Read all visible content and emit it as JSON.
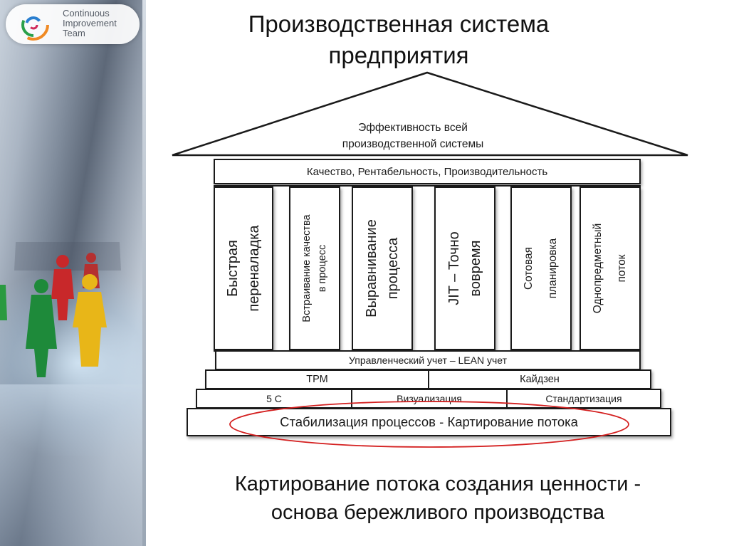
{
  "logo": {
    "lines": [
      "Continuous",
      "Improvement",
      "Team"
    ]
  },
  "title": {
    "line1": "Производственная система",
    "line2": "предприятия"
  },
  "roof": {
    "line1": "Эффективность всей",
    "line2": "производственной системы"
  },
  "beam": "Качество, Рентабельность, Производительность",
  "pillars": [
    {
      "line1": "Быстрая",
      "line2": "переналадка"
    },
    {
      "line1": "Встраивание качества",
      "line2": "в процесс"
    },
    {
      "line1": "Выравнивание",
      "line2": "процесса"
    },
    {
      "line1": "JIT – Точно",
      "line2": "вовремя"
    },
    {
      "line1": "Сотовая",
      "line2": "планировка"
    },
    {
      "line1": "Однопредметный",
      "line2": "поток"
    }
  ],
  "levels": {
    "accounting": "Управленческий учет – LEAN учет",
    "tpm": "ТРМ",
    "kaizen": "Кайдзен",
    "five_s": "5 С",
    "visualization": "Визуализация",
    "standardization": "Стандартизация",
    "foundation": "Стабилизация процессов - Картирование потока"
  },
  "highlight_color": "#d42020",
  "bottom_text": {
    "line1": "Картирование потока создания ценности -",
    "line2": "основа бережливого производства"
  }
}
